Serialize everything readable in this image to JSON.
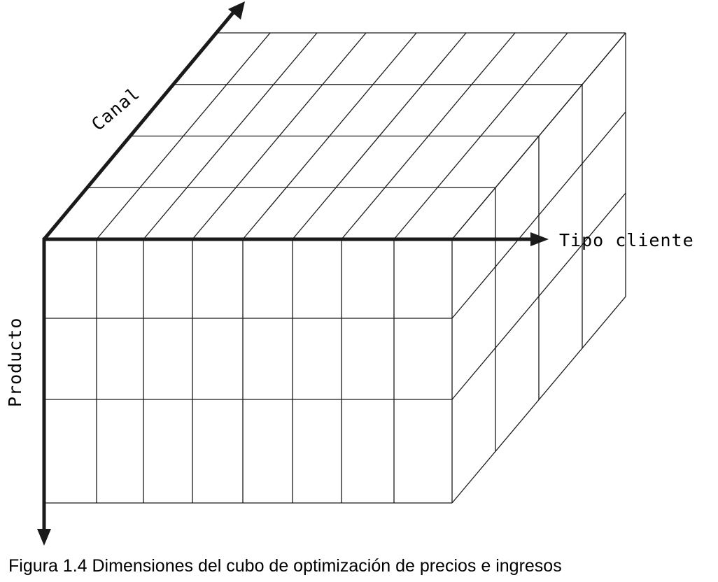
{
  "diagram": {
    "axes": {
      "canal": "Canal",
      "tipo_cliente": "Tipo cliente",
      "producto": "Producto"
    },
    "cube": {
      "front_columns": 8,
      "front_rows": 3,
      "depth_layers": 4
    }
  },
  "caption": "Figura 1.4 Dimensiones del cubo de optimización de precios e ingresos"
}
